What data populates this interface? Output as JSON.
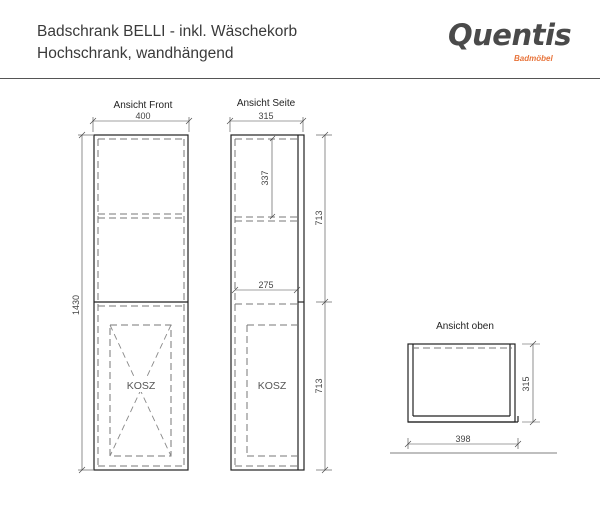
{
  "header": {
    "title_line1": "Badschrank BELLI - inkl. Wäschekorb",
    "title_line2": "Hochschrank, wandhängend"
  },
  "logo": {
    "brand": "Quentis",
    "subtitle": "Badmöbel",
    "accent_color": "#e8743b",
    "text_color": "#4a4a4a"
  },
  "views": {
    "front": {
      "label": "Ansicht Front",
      "width_dim": "400",
      "height_dim": "1430",
      "basket_label": "KOSZ"
    },
    "side": {
      "label": "Ansicht Seite",
      "width_dim": "315",
      "inner_height_dim": "337",
      "inner_depth_dim": "275",
      "upper_height_dim": "713",
      "lower_height_dim": "713",
      "basket_label": "KOSZ"
    },
    "top": {
      "label": "Ansicht oben",
      "width_dim": "398",
      "depth_dim": "315"
    }
  }
}
